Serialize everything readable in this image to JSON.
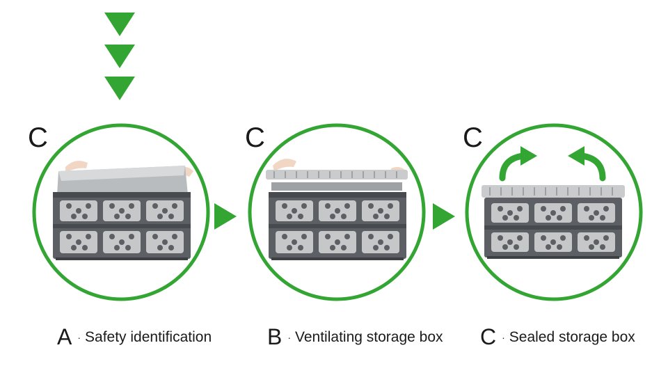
{
  "colors": {
    "accent": "#33a532",
    "crate": "#5c5f63",
    "crate_dark": "#474a4e",
    "liner": "#b9bcbf",
    "lid": "#c9cbcd"
  },
  "icons": {
    "top_arrows": [
      "triangle-down-icon",
      "triangle-down-icon",
      "triangle-down-icon"
    ],
    "step_arrows": [
      "triangle-right-icon",
      "triangle-right-icon"
    ],
    "lid_arrows": [
      "curved-arrow-right-icon",
      "curved-arrow-left-icon"
    ]
  },
  "steps": [
    {
      "marker": "C",
      "image": "crate-with-liner"
    },
    {
      "marker": "C",
      "image": "crate-with-lid-lifting"
    },
    {
      "marker": "C",
      "image": "crate-sealed-with-lid"
    }
  ],
  "captions": [
    {
      "letter": "A",
      "separator": "·",
      "text": "Safety identification"
    },
    {
      "letter": "B",
      "separator": "·",
      "text": "Ventilating storage box"
    },
    {
      "letter": "C",
      "separator": "·",
      "text": "Sealed storage box"
    }
  ]
}
